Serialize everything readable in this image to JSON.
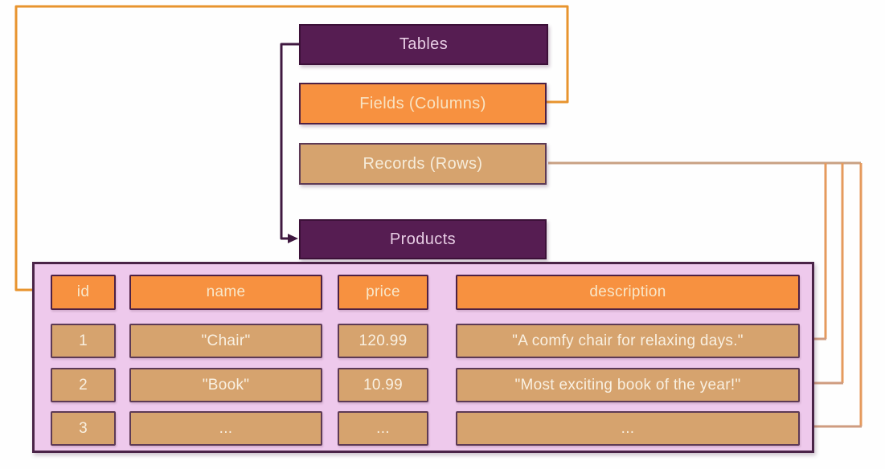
{
  "diagram": {
    "labels": {
      "tables": "Tables",
      "fields": "Fields (Columns)",
      "records": "Records (Rows)",
      "products": "Products"
    }
  },
  "products_table": {
    "columns": [
      "id",
      "name",
      "price",
      "description"
    ],
    "rows": [
      [
        "1",
        "\"Chair\"",
        "120.99",
        "\"A comfy chair for relaxing days.\""
      ],
      [
        "2",
        "\"Book\"",
        "10.99",
        "\"Most exciting book of the year!\""
      ],
      [
        "3",
        "...",
        "...",
        "..."
      ]
    ]
  },
  "colors": {
    "plum_box": "#561d52",
    "orange_box": "#f79140",
    "tan_box": "#d6a36e",
    "pink_background": "#eec9ec",
    "pink_border": "#4a2347",
    "wire_orange": "#e8942e",
    "wire_plum": "#3f1840",
    "wire_tan": "#c9a183",
    "wire_light_orange": "#e59a5d",
    "arrow_tan": "#cf9c80",
    "header_text": "#f8e7c9",
    "cell_text": "#f9f0e1"
  }
}
